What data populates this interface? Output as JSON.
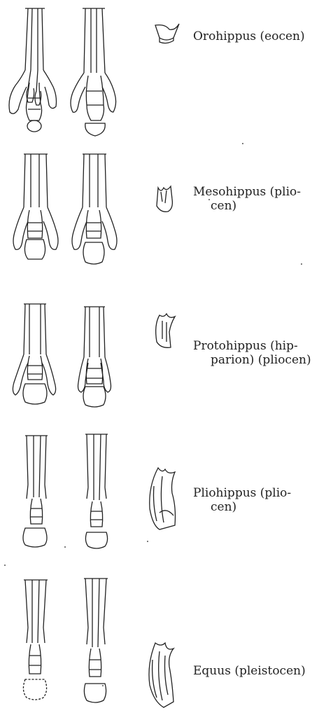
{
  "figure": {
    "rows": [
      {
        "genus_label": "Orohippus (eocen)",
        "label_cont": ""
      },
      {
        "genus_label": "Mesohippus (plio-",
        "label_cont": "cen)"
      },
      {
        "genus_label": "Protohippus (hip-",
        "label_cont": "parion) (pliocen)"
      },
      {
        "genus_label": "Pliohippus (plio-",
        "label_cont": "cen)"
      },
      {
        "genus_label": "Equus (pleistocen)",
        "label_cont": ""
      }
    ]
  }
}
